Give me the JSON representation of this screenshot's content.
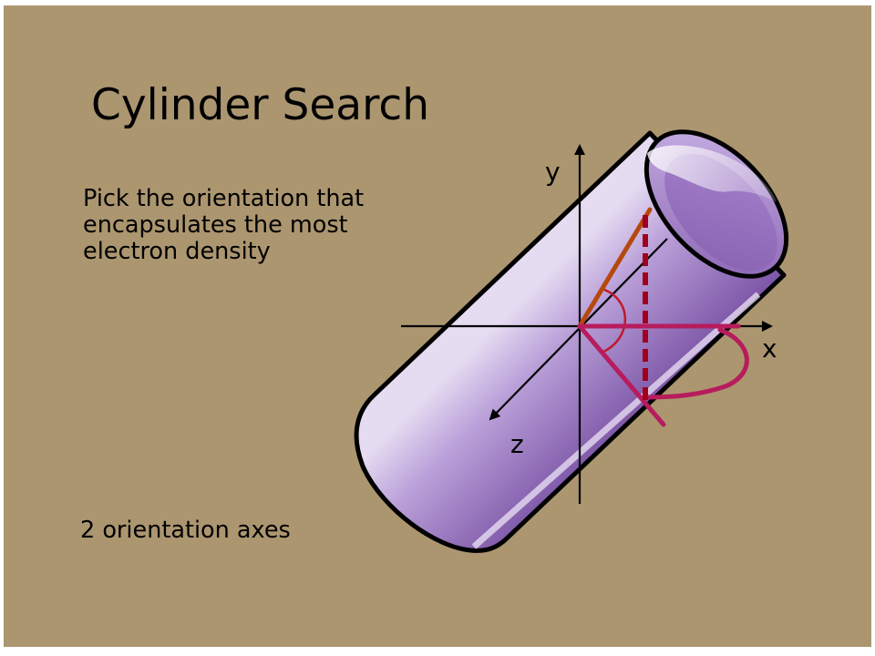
{
  "slide": {
    "title": "Cylinder Search",
    "description": [
      "Pick the orientation that",
      "encapsulates the most",
      "electron density"
    ],
    "footer": "2 orientation axes"
  },
  "diagram": {
    "axes": {
      "y_label": "y",
      "x_label": "x",
      "z_label": "z"
    },
    "colors": {
      "background": "#ac9670",
      "cylinder_light": "#d9c8ea",
      "cylinder_dark": "#7f58a9",
      "orange_vector": "#b5480e",
      "magenta_vector": "#b71c5c",
      "dashed_line": "#a0001c",
      "arc": "#c0182a"
    }
  }
}
